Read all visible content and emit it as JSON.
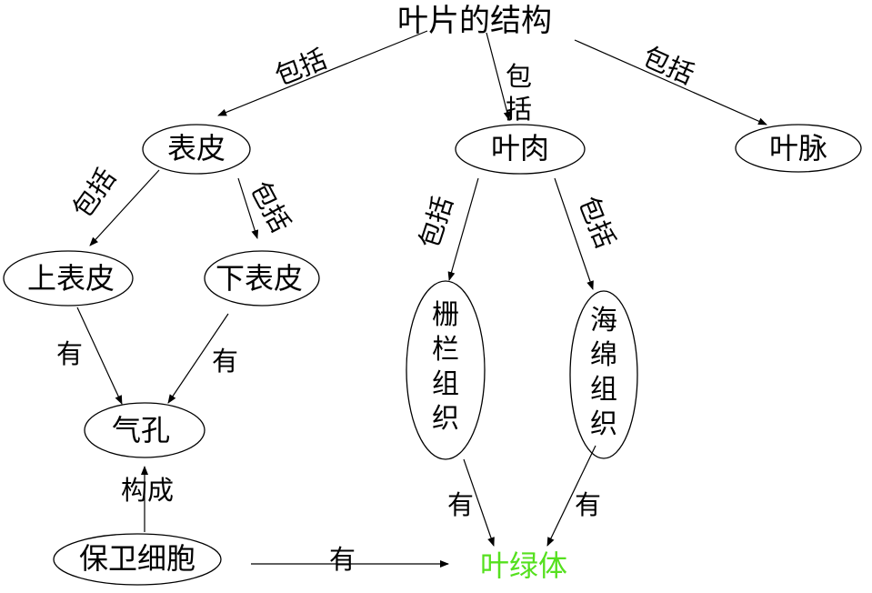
{
  "title": "叶片的结构",
  "nodes": {
    "epidermis": "表皮",
    "mesophyll": "叶肉",
    "vein": "叶脉",
    "upper_epidermis": "上表皮",
    "lower_epidermis": "下表皮",
    "stoma": "气孔",
    "palisade": "栅栏组织",
    "spongy": "海绵组织",
    "guard_cell": "保卫细胞",
    "chloroplast": "叶绿体"
  },
  "edge_labels": {
    "includes": "包括",
    "has": "有",
    "forms": "构成"
  },
  "colors": {
    "text": "#000000",
    "chloroplast": "#55e01e"
  }
}
